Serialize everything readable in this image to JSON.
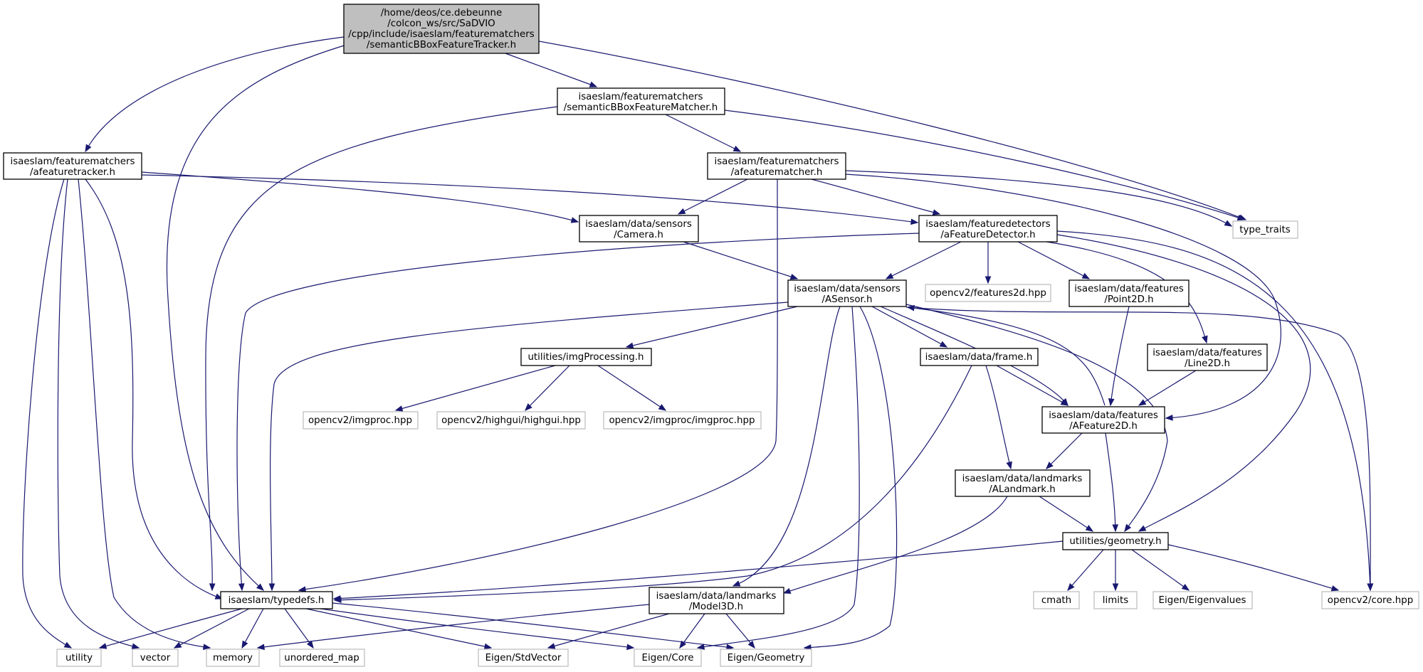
{
  "colors": {
    "edge": "#191970",
    "node_border": "#000000",
    "system_node_border": "#bfbfbf",
    "root_fill": "#bfbfbf"
  },
  "nodes": {
    "root": [
      "/home/deos/ce.debeunne",
      "/colcon_ws/src/SaDVIO",
      "/cpp/include/isaeslam/featurematchers",
      "/semanticBBoxFeatureTracker.h"
    ],
    "sem_matcher": [
      "isaeslam/featurematchers",
      "/semanticBBoxFeatureMatcher.h"
    ],
    "tracker": [
      "isaeslam/featurematchers",
      "/afeaturetracker.h"
    ],
    "matcher": [
      "isaeslam/featurematchers",
      "/afeaturematcher.h"
    ],
    "type_traits": [
      "type_traits"
    ],
    "camera": [
      "isaeslam/data/sensors",
      "/Camera.h"
    ],
    "detector": [
      "isaeslam/featuredetectors",
      "/aFeatureDetector.h"
    ],
    "asensor": [
      "isaeslam/data/sensors",
      "/ASensor.h"
    ],
    "features2d": [
      "opencv2/features2d.hpp"
    ],
    "point2d": [
      "isaeslam/data/features",
      "/Point2D.h"
    ],
    "imgproc": [
      "utilities/imgProcessing.h"
    ],
    "frame": [
      "isaeslam/data/frame.h"
    ],
    "line2d": [
      "isaeslam/data/features",
      "/Line2D.h"
    ],
    "cv_imgproc": [
      "opencv2/imgproc.hpp"
    ],
    "cv_highgui": [
      "opencv2/highgui/highgui.hpp"
    ],
    "cv_imgproc2": [
      "opencv2/imgproc/imgproc.hpp"
    ],
    "afeature2d": [
      "isaeslam/data/features",
      "/AFeature2D.h"
    ],
    "alandmark": [
      "isaeslam/data/landmarks",
      "/ALandmark.h"
    ],
    "geometry": [
      "utilities/geometry.h"
    ],
    "typedefs": [
      "isaeslam/typedefs.h"
    ],
    "model3d": [
      "isaeslam/data/landmarks",
      "/Model3D.h"
    ],
    "cmath": [
      "cmath"
    ],
    "limits": [
      "limits"
    ],
    "eigenvalues": [
      "Eigen/Eigenvalues"
    ],
    "cv_core": [
      "opencv2/core.hpp"
    ],
    "utility": [
      "utility"
    ],
    "vector": [
      "vector"
    ],
    "memory": [
      "memory"
    ],
    "unordered_map": [
      "unordered_map"
    ],
    "stdvector": [
      "Eigen/StdVector"
    ],
    "eigen_core": [
      "Eigen/Core"
    ],
    "eigen_geometry": [
      "Eigen/Geometry"
    ]
  }
}
